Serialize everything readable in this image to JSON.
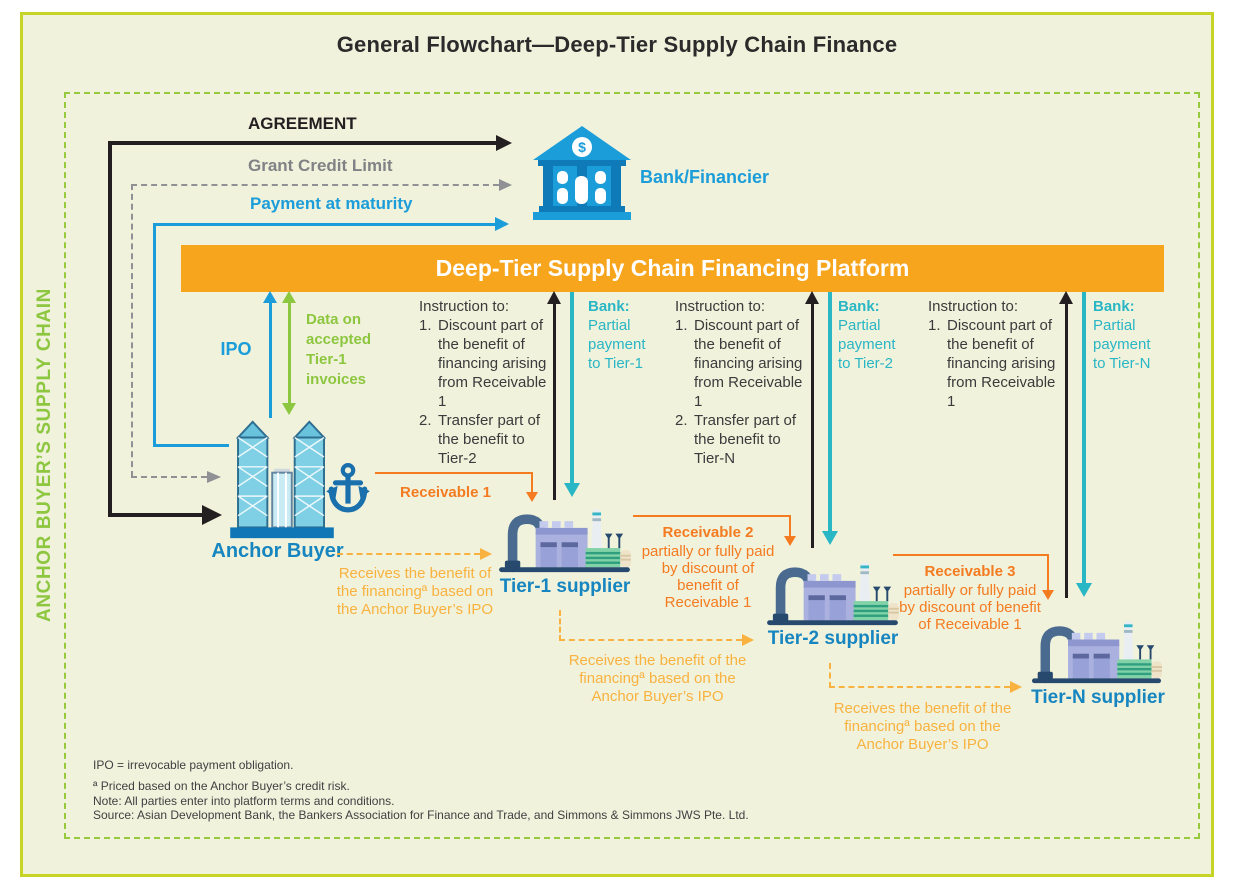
{
  "title": "General Flowchart—Deep-Tier Supply Chain Finance",
  "side_label": "ANCHOR BUYER’S SUPPLY CHAIN",
  "top_arrows": {
    "agreement": "AGREEMENT",
    "grant_credit": "Grant Credit Limit",
    "payment_maturity": "Payment at maturity"
  },
  "bank": {
    "label": "Bank/Financier",
    "icon_symbol": "$"
  },
  "platform": {
    "label": "Deep-Tier Supply Chain Financing Platform"
  },
  "anchor_buyer": {
    "label": "Anchor Buyer",
    "ipo_arrow_label": "IPO",
    "data_arrow_lines": [
      "Data on",
      "accepted",
      "Tier-1",
      "invoices"
    ]
  },
  "receivables": [
    {
      "title": "Receivable 1",
      "lines": []
    },
    {
      "title": "Receivable 2",
      "lines": [
        "partially or fully paid",
        "by discount of",
        "benefit of",
        "Receivable 1"
      ]
    },
    {
      "title": "Receivable 3",
      "lines": [
        "partially or fully paid",
        "by discount of benefit",
        "of Receivable 1"
      ]
    }
  ],
  "instructions": [
    {
      "header": "Instruction to:",
      "items": [
        {
          "num": "1.",
          "lines": [
            "Discount part of",
            "the benefit of",
            "financing arising",
            "from Receivable 1"
          ]
        },
        {
          "num": "2.",
          "lines": [
            "Transfer part of",
            "the benefit to",
            "Tier-2"
          ]
        }
      ]
    },
    {
      "header": "Instruction to:",
      "items": [
        {
          "num": "1.",
          "lines": [
            "Discount part of",
            "the benefit of",
            "financing arising",
            "from Receivable 1"
          ]
        },
        {
          "num": "2.",
          "lines": [
            "Transfer part of",
            "the benefit to",
            "Tier-N"
          ]
        }
      ]
    },
    {
      "header": "Instruction to:",
      "items": [
        {
          "num": "1.",
          "lines": [
            "Discount part of",
            "the benefit of",
            "financing arising",
            "from Receivable 1"
          ]
        }
      ]
    }
  ],
  "bank_payments": [
    {
      "bank": "Bank:",
      "lines": [
        "Partial",
        "payment",
        "to Tier-1"
      ]
    },
    {
      "bank": "Bank:",
      "lines": [
        "Partial",
        "payment",
        "to Tier-2"
      ]
    },
    {
      "bank": "Bank:",
      "lines": [
        "Partial",
        "payment",
        "to Tier-N"
      ]
    }
  ],
  "suppliers": [
    {
      "label": "Tier-1 supplier"
    },
    {
      "label": "Tier-2 supplier"
    },
    {
      "label": "Tier-N supplier"
    }
  ],
  "benefit_notes": [
    {
      "lines": [
        "Receives the benefit of",
        "the financingª based on",
        "the Anchor Buyer’s IPO"
      ]
    },
    {
      "lines": [
        "Receives the benefit of the",
        "financingª based on the",
        "Anchor Buyer’s IPO"
      ]
    },
    {
      "lines": [
        "Receives the benefit of the",
        "financingª based on the",
        "Anchor Buyer’s IPO"
      ]
    }
  ],
  "footer": {
    "lines": [
      "IPO = irrevocable payment obligation.",
      "ª Priced based on the Anchor Buyer’s credit risk.",
      "Note: All parties enter into platform terms and conditions.",
      "Source: Asian Development Bank, the Bankers Association for Finance and Trade, and Simmons & Simmons JWS Pte. Ltd."
    ]
  },
  "icons": {
    "bank": "bank-icon",
    "anchor": "anchor-icon",
    "anchor_buyer": "buildings-icon",
    "supplier": "factory-icon"
  },
  "colors": {
    "background": "#F0F2DC",
    "outer_border": "#C6D327",
    "inner_dashed_border": "#97C93D",
    "platform_orange": "#F7A51D",
    "receivable_orange": "#F47B20",
    "benefit_gold": "#F9B23F",
    "arrow_blue": "#1B9DD9",
    "supplier_label_blue": "#1786C0",
    "teal": "#29B6C5",
    "green": "#8DC63F",
    "black": "#231F20",
    "gray": "#8F9194"
  }
}
